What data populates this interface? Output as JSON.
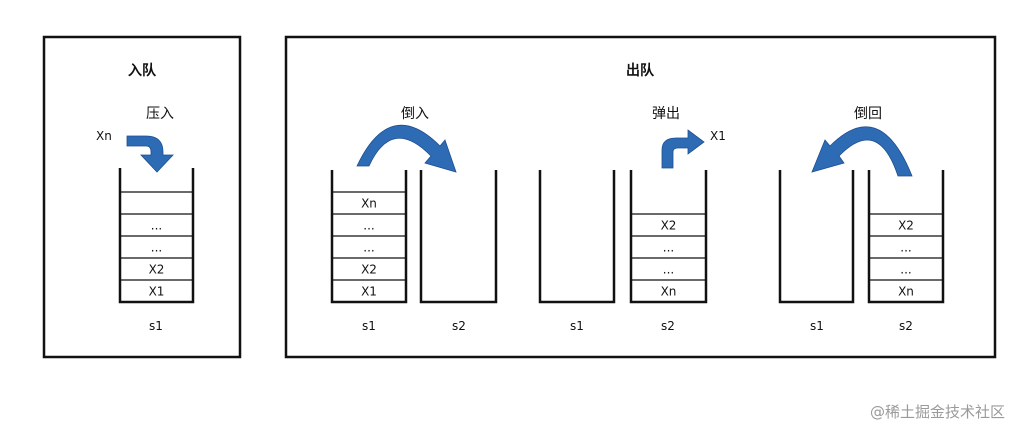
{
  "enqueue": {
    "title": "入队",
    "action": "压入",
    "element": "Xn",
    "stack": {
      "name": "s1",
      "slots": [
        "",
        "...",
        "...",
        "X2",
        "X1"
      ]
    }
  },
  "dequeue": {
    "title": "出队",
    "steps": {
      "pour_in": "倒入",
      "pop": "弹出",
      "pour_back": "倒回"
    },
    "popped": "X1",
    "group1": {
      "s1": {
        "name": "s1",
        "slots": [
          "Xn",
          "...",
          "...",
          "X2",
          "X1"
        ]
      },
      "s2": {
        "name": "s2"
      }
    },
    "group2": {
      "s1": {
        "name": "s1"
      },
      "s2": {
        "name": "s2",
        "slots": [
          "X2",
          "...",
          "...",
          "Xn"
        ]
      }
    },
    "group3": {
      "s1": {
        "name": "s1"
      },
      "s2": {
        "name": "s2",
        "slots": [
          "X2",
          "...",
          "...",
          "Xn"
        ]
      }
    }
  },
  "watermark": "@稀土掘金技术社区",
  "colors": {
    "arrow": "#2e6bb5",
    "line": "#111111"
  }
}
